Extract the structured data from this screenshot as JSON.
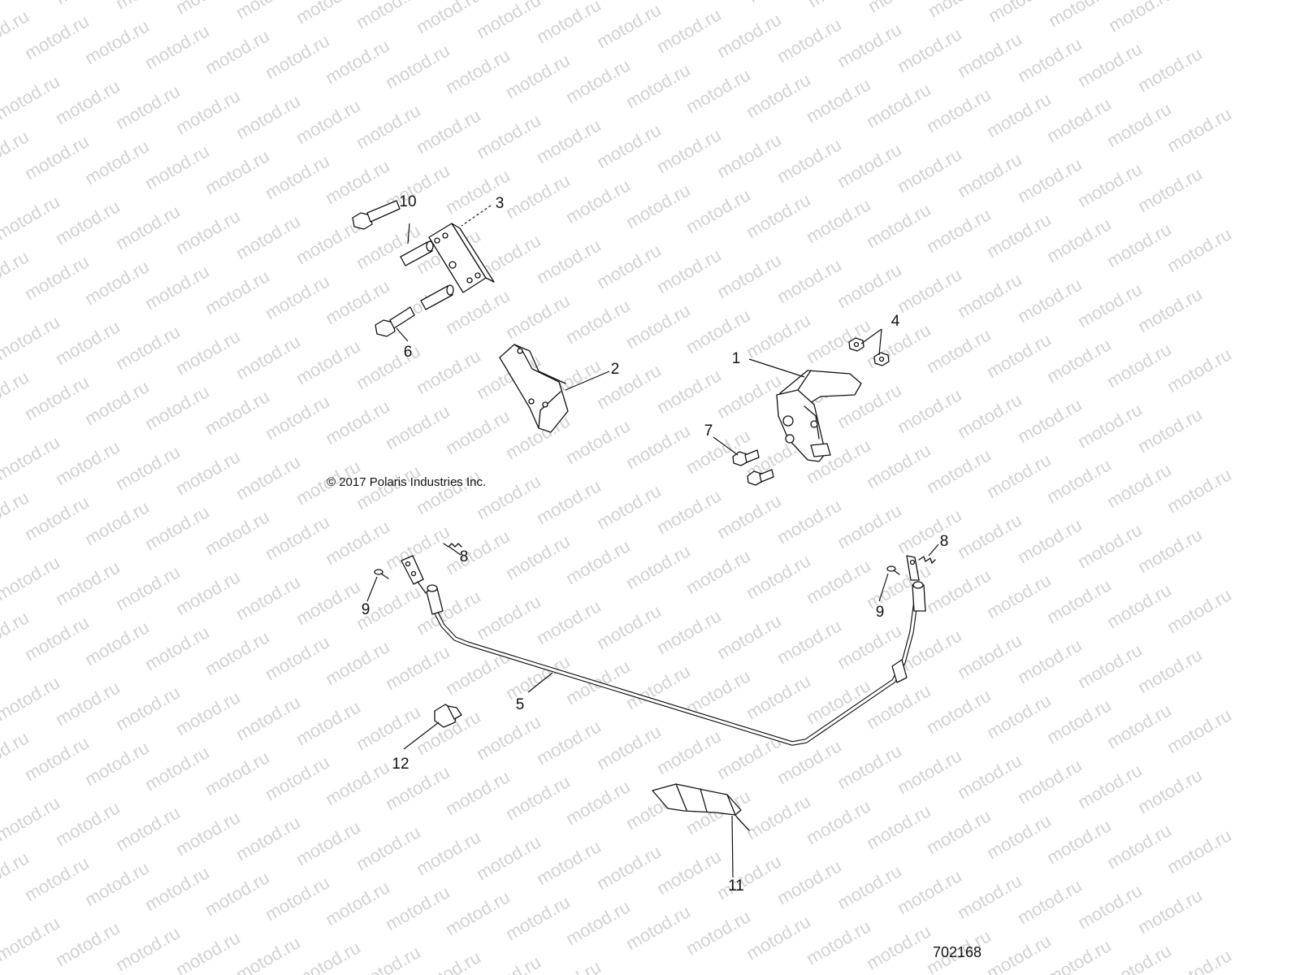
{
  "diagram": {
    "watermark_text": "motod.ru",
    "copyright": "© 2017  Polaris Industries Inc.",
    "document_number": "702168",
    "callouts": {
      "c1": "1",
      "c2": "2",
      "c3": "3",
      "c4": "4",
      "c5": "5",
      "c6": "6",
      "c7": "7",
      "c8a": "8",
      "c8b": "8",
      "c9a": "9",
      "c9b": "9",
      "c10": "10",
      "c11": "11",
      "c12": "12"
    }
  }
}
